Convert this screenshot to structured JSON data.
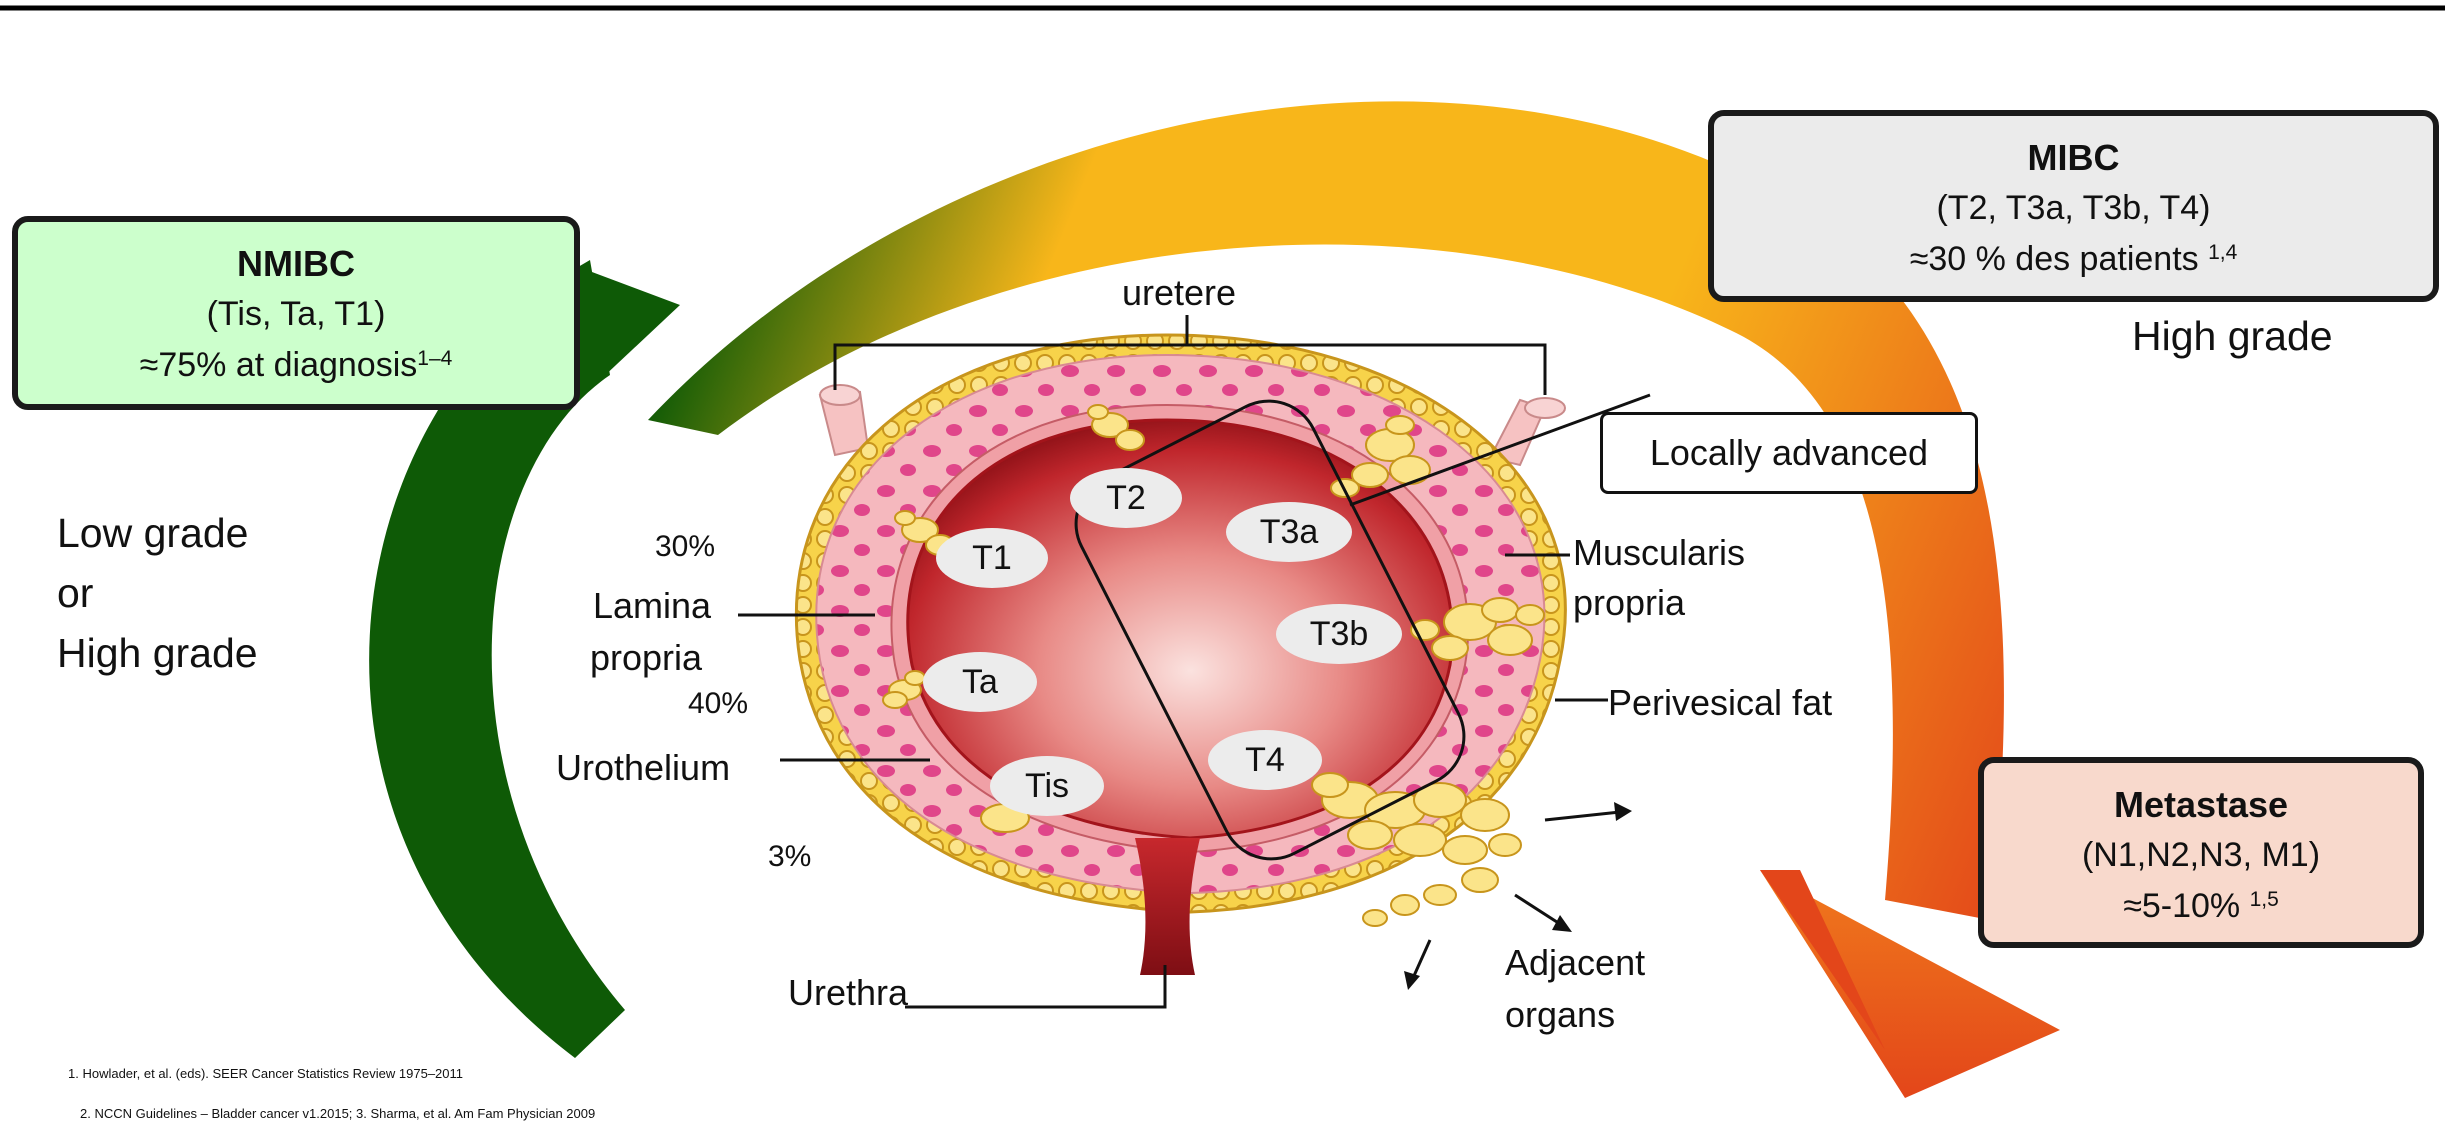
{
  "colors": {
    "nmibc_fill": "#ccffcc",
    "mibc_fill": "#ebebeb",
    "metastase_fill": "#f8d9cc",
    "arc_dark_green": "#0e5a06",
    "arc_gold": "#f8b61a",
    "arc_orange": "#e85a1b"
  },
  "icons": {
    "arrows": "arrow-icon",
    "tumor": "tumor-growth-icon"
  },
  "nmibc": {
    "title": "NMIBC",
    "stages": "(Tis, Ta, T1)",
    "stat": "≈75% at diagnosis",
    "sup": "1–4"
  },
  "mibc": {
    "title": "MIBC",
    "stages": "(T2, T3a, T3b, T4)",
    "stat": "≈30 % des patients",
    "sup": "1,4",
    "grade": "High grade"
  },
  "metastase": {
    "title": "Metastase",
    "stages": "(N1,N2,N3, M1)",
    "stat": "≈5-10%",
    "sup": "1,5"
  },
  "grade_left": {
    "line1": "Low grade",
    "line2": "or",
    "line3": "High grade"
  },
  "locally_advanced": "Locally advanced",
  "anatomy": {
    "uretere": "uretere",
    "lamina_1": "Lamina",
    "lamina_2": "propria",
    "urothelium": "Urothelium",
    "urethra": "Urethra",
    "muscularis_1": "Muscularis",
    "muscularis_2": "propria",
    "perivesical": "Perivesical fat",
    "adjacent_1": "Adjacent",
    "adjacent_2": "organs"
  },
  "percentages": {
    "p30": "30%",
    "p40": "40%",
    "p3": "3%"
  },
  "stages": {
    "t1": "T1",
    "t2": "T2",
    "t3a": "T3a",
    "t3b": "T3b",
    "t4": "T4",
    "ta": "Ta",
    "tis": "Tis"
  },
  "references": {
    "r1": "1. Howlader, et al. (eds). SEER Cancer Statistics Review 1975–2011",
    "r2": "2. NCCN Guidelines – Bladder cancer v1.2015; 3. Sharma, et al. Am Fam Physician 2009"
  }
}
